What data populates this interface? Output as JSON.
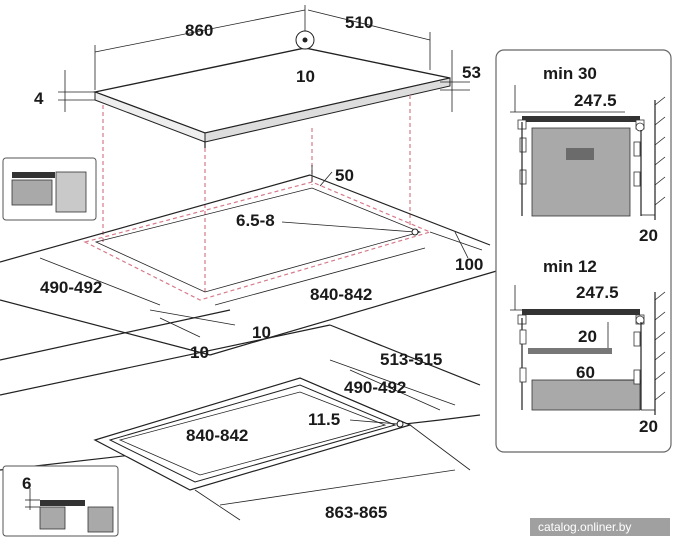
{
  "hob_top": {
    "width": "860",
    "depth": "510",
    "height": "53",
    "glass": "4",
    "center": "10"
  },
  "cutout_top": {
    "margin": "50",
    "corner_radius": "6.5-8",
    "front_gap": "100",
    "depth": "490-492",
    "width": "840-842",
    "side_min_a": "10",
    "side_min_b": "10"
  },
  "flush_mount": {
    "outer_depth": "513-515",
    "inner_depth": "490-492",
    "inner_width": "840-842",
    "step": "11.5",
    "outer_width": "863-865"
  },
  "inset_step": {
    "value": "6"
  },
  "side_view_top": {
    "min_label": "min 30",
    "depth": "247.5",
    "wall_gap": "20"
  },
  "side_view_bottom": {
    "min_label": "min 12",
    "depth": "247.5",
    "shelf_gap": "20",
    "clearance": "60",
    "wall_gap": "20"
  },
  "watermark": "catalog.onliner.by",
  "colors": {
    "line": "#222222",
    "red_dash": "#d77a8a",
    "gray_fill": "#a9a9a9",
    "panel_border": "#666666"
  }
}
